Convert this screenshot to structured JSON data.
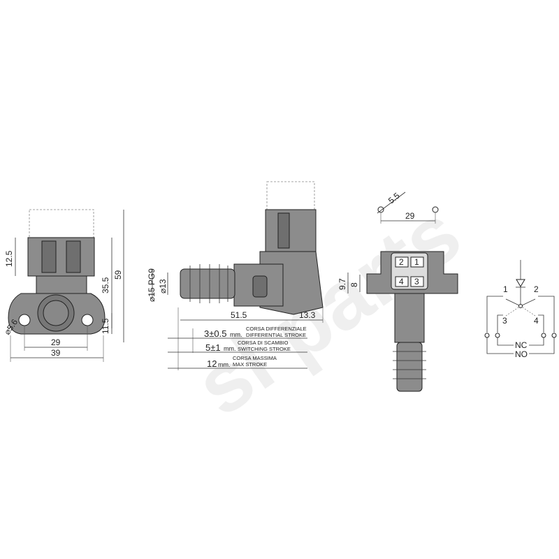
{
  "watermark": "slparts",
  "side_view": {
    "dims": {
      "connector_height": "12.5",
      "body_height": "35.5",
      "total_height": "59",
      "flange_offset": "11.5",
      "hole_diameter": "⌀5.6",
      "hole_spacing": "29",
      "flange_width": "39"
    }
  },
  "front_view": {
    "dims": {
      "boot_diameter": "⌀15 PG9",
      "plunger_diameter": "⌀13",
      "length": "51.5",
      "connector_offset": "13.3"
    },
    "strokes": [
      {
        "value": "3±0.5",
        "unit": "mm.",
        "label_it": "CORSA DIFFERENZIALE",
        "label_en": "DIFFERENTIAL STROKE"
      },
      {
        "value": "5±1",
        "unit": "mm.",
        "label_it": "CORSA DI SCAMBIO",
        "label_en": "SWITCHING STROKE"
      },
      {
        "value": "12",
        "unit": "mm.",
        "label_it": "CORSA MASSIMA",
        "label_en": "MAX STROKE"
      }
    ]
  },
  "connector_view": {
    "dims": {
      "pin_spacing_diag": "5.5",
      "mount_spacing": "29",
      "height_a": "9.7",
      "height_b": "8"
    },
    "pins": [
      "2",
      "1",
      "4",
      "3"
    ]
  },
  "schematic": {
    "contacts": [
      "1",
      "2",
      "3",
      "4"
    ],
    "nc_label": "NC",
    "no_label": "NO"
  }
}
